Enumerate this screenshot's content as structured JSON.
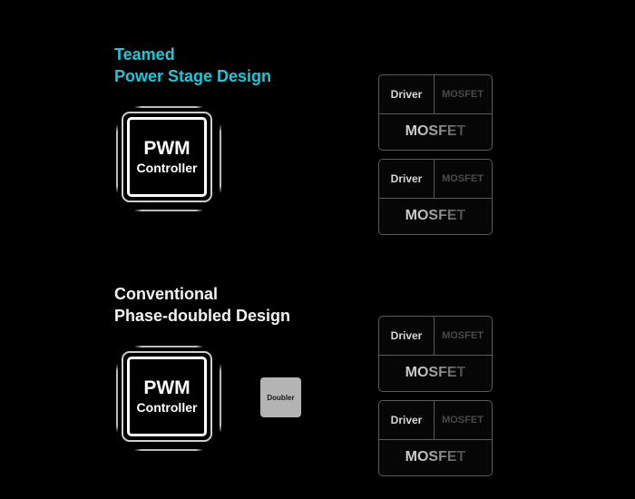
{
  "teamed": {
    "title_line1": "Teamed",
    "title_line2": "Power Stage Design",
    "controller": {
      "line1": "PWM",
      "line2": "Controller"
    },
    "stages": [
      {
        "driver": "Driver",
        "mosfet_small": "MOSFET",
        "mosfet_big": "MOSFET"
      },
      {
        "driver": "Driver",
        "mosfet_small": "MOSFET",
        "mosfet_big": "MOSFET"
      }
    ]
  },
  "conventional": {
    "title_line1": "Conventional",
    "title_line2": "Phase-doubled Design",
    "controller": {
      "line1": "PWM",
      "line2": "Controller"
    },
    "doubler": "Doubler",
    "stages": [
      {
        "driver": "Driver",
        "mosfet_small": "MOSFET",
        "mosfet_big": "MOSFET"
      },
      {
        "driver": "Driver",
        "mosfet_small": "MOSFET",
        "mosfet_big": "MOSFET"
      }
    ]
  },
  "colors": {
    "accent": "#1ec8d8",
    "background": "#000000",
    "doubler_fill": "#b4b4b4"
  }
}
